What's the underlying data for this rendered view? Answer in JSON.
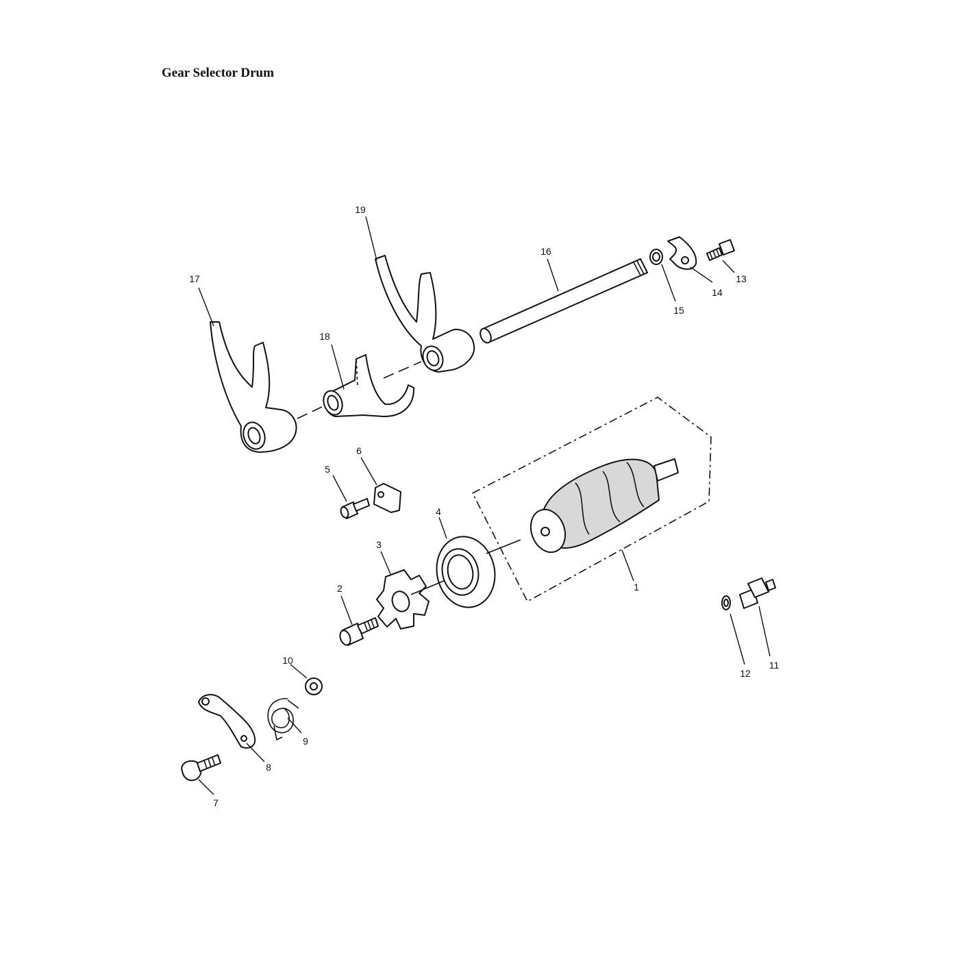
{
  "title": "Gear Selector Drum",
  "callouts": [
    "1",
    "2",
    "3",
    "4",
    "5",
    "6",
    "7",
    "8",
    "9",
    "10",
    "11",
    "12",
    "13",
    "14",
    "15",
    "16",
    "17",
    "18",
    "19"
  ]
}
